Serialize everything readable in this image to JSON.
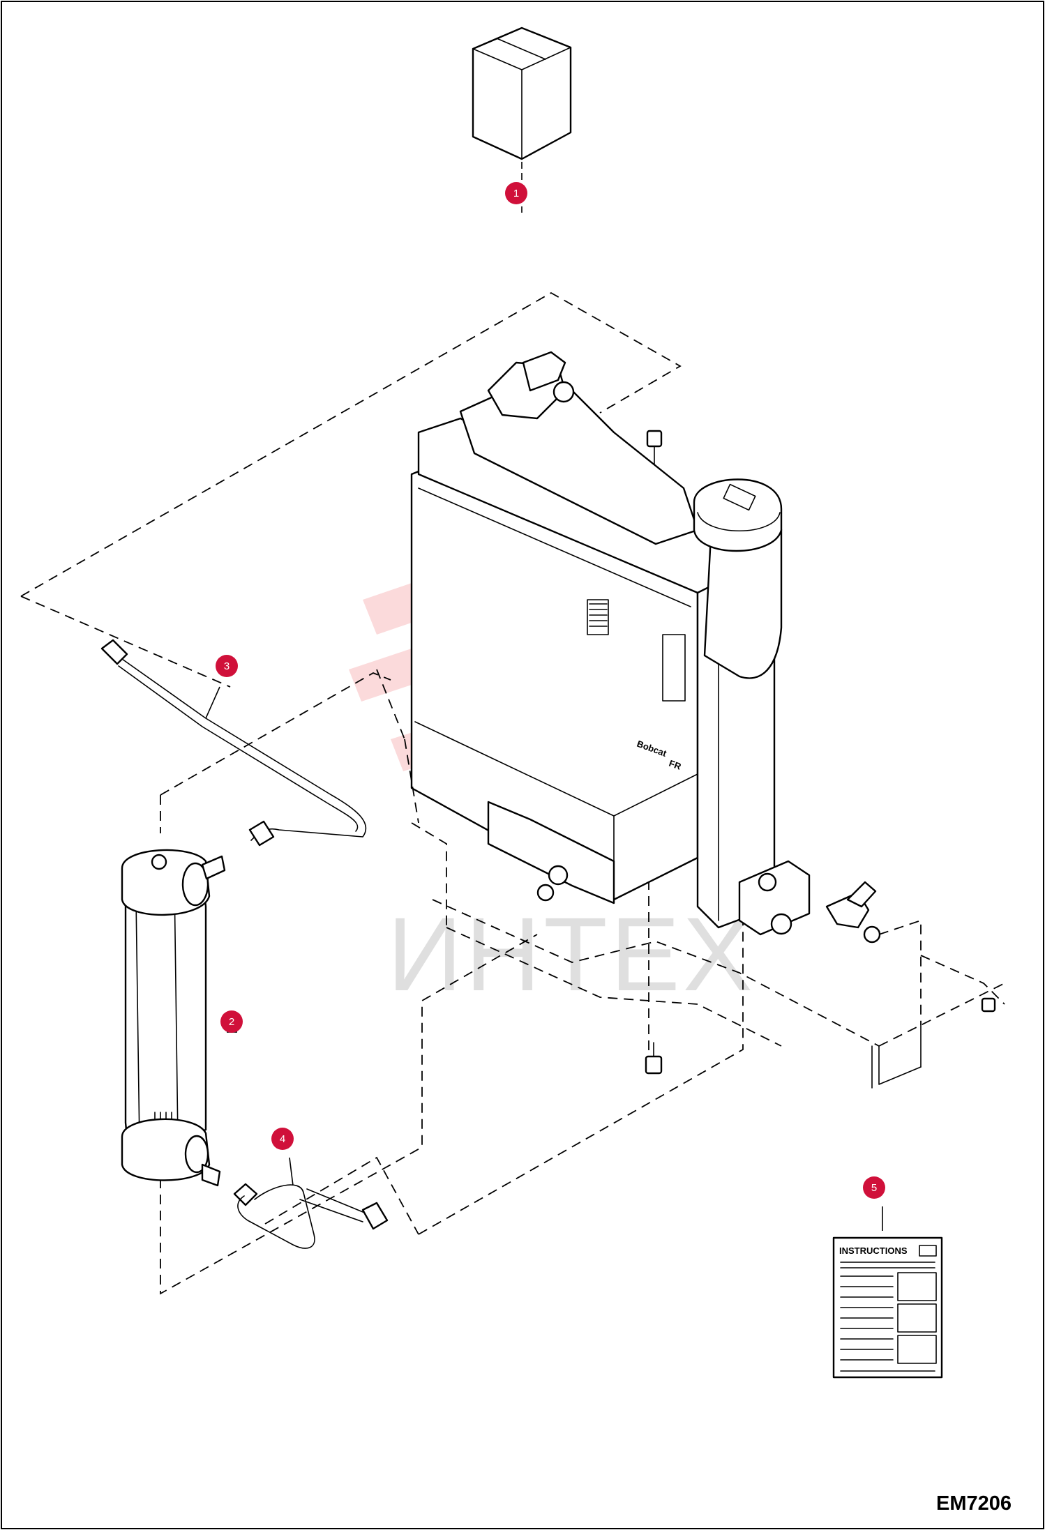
{
  "diagram": {
    "drawing_code": "EM7206",
    "watermark_text": "ИНТЕХ",
    "instructions_card": {
      "title": "INSTRUCTIONS"
    },
    "radiator_labels": [
      "Bobcat",
      "FR"
    ],
    "callouts": [
      {
        "id": "1",
        "label": "1",
        "part": "kit-box"
      },
      {
        "id": "2",
        "label": "2",
        "part": "oil-cooler"
      },
      {
        "id": "3",
        "label": "3",
        "part": "upper-hose"
      },
      {
        "id": "4",
        "label": "4",
        "part": "lower-hose"
      },
      {
        "id": "5",
        "label": "5",
        "part": "instructions"
      }
    ],
    "colors": {
      "callout": "#d0103a",
      "line": "#000000",
      "watermark": "#e8333a"
    }
  }
}
